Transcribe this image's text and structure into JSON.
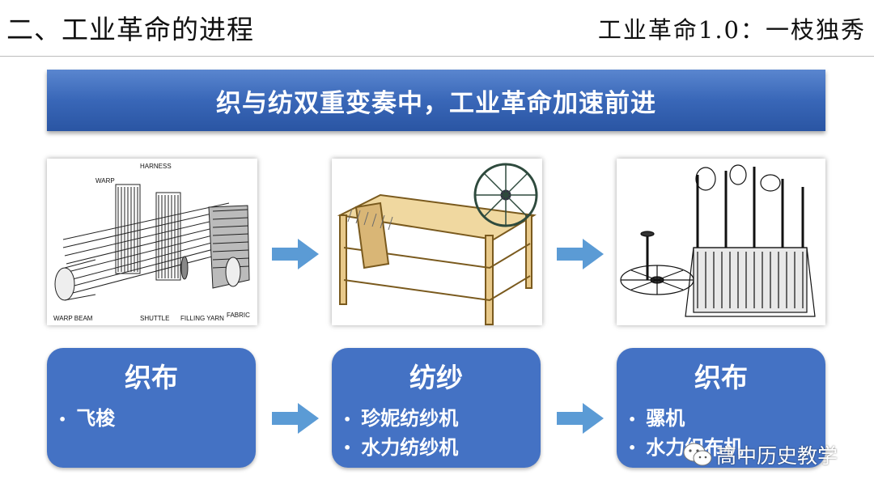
{
  "header": {
    "section_title": "二、工业革命的进程",
    "subtitle": "工业革命1.0：一枝独秀"
  },
  "banner": {
    "text": "织与纺双重变奏中，工业革命加速前进"
  },
  "images": [
    {
      "labels": {
        "warp": "WARP",
        "harness": "HARNESS",
        "warp_beam": "WARP BEAM",
        "shuttle": "SHUTTLE",
        "filling_yarn": "FILLING YARN",
        "fabric": "FABRIC"
      }
    },
    {},
    {}
  ],
  "cards": [
    {
      "title": "织布",
      "items": [
        "飞梭"
      ]
    },
    {
      "title": "纺纱",
      "items": [
        "珍妮纺纱机",
        "水力纺纱机"
      ]
    },
    {
      "title": "织布",
      "items": [
        "骡机",
        "水力织布机"
      ]
    }
  ],
  "watermark": {
    "text": "高中历史教学"
  },
  "colors": {
    "banner": "#3967b8",
    "card": "#4472c4",
    "arrow": "#5b9bd5"
  }
}
